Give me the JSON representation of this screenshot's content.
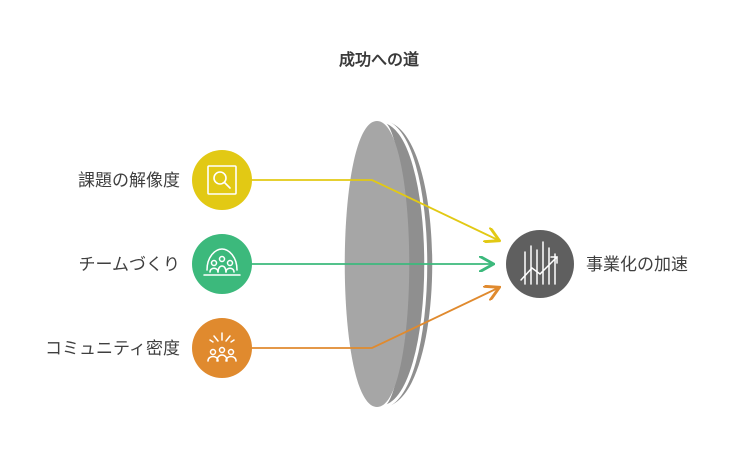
{
  "title": "成功への道",
  "inputs": [
    {
      "label": "課題の解像度",
      "icon": "magnifier-icon",
      "color": "#e2c914",
      "arrow_color": "#e2c914"
    },
    {
      "label": "チームづくり",
      "icon": "team-icon",
      "color": "#3cb97c",
      "arrow_color": "#3cb97c"
    },
    {
      "label": "コミュニティ密度",
      "icon": "community-icon",
      "color": "#e08a2e",
      "arrow_color": "#e08a2e"
    }
  ],
  "lens_color": "#a6a6a6",
  "output": {
    "label": "事業化の加速",
    "icon": "growth-chart-icon",
    "color": "#5f5f5f"
  }
}
